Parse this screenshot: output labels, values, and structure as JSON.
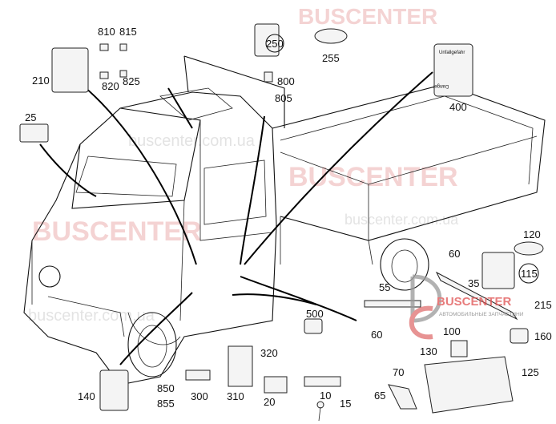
{
  "diagram": {
    "labels": {
      "p810": "810",
      "p815": "815",
      "p210": "210",
      "p820": "820",
      "p825": "825",
      "p25": "25",
      "p250": "250",
      "p255": "255",
      "p800": "800",
      "p805": "805",
      "p400": "400",
      "p120": "120",
      "p115": "115",
      "p60a": "60",
      "p55": "55",
      "p35": "35",
      "p215": "215",
      "p500": "500",
      "p60b": "60",
      "p100": "100",
      "p160": "160",
      "p130": "130",
      "p320": "320",
      "p125": "125",
      "p70": "70",
      "p140": "140",
      "p850": "850",
      "p855": "855",
      "p300": "300",
      "p310": "310",
      "p20": "20",
      "p10": "10",
      "p15": "15",
      "p65": "65"
    },
    "label_400_text": {
      "title": "Unfallgefahr",
      "bottom_title": "Danger"
    },
    "watermark": {
      "brand": "BUSCENTER",
      "site": "buscenter.com.ua",
      "logo_brand": "BUSCENTER",
      "logo_sub": "АВТОМОБИЛЬНЫЕ ЗАПЧАСТИНИ"
    }
  }
}
